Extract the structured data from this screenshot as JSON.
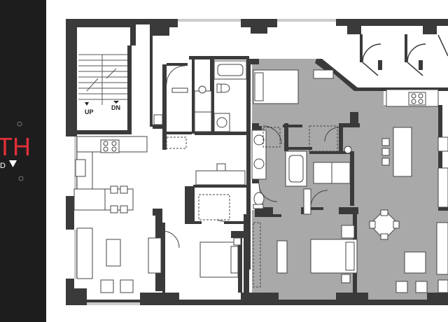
{
  "sign": {
    "text": "TH",
    "icon": "triangle-down-icon",
    "accent_color": "#e0303a",
    "text_color": "#ffffff"
  },
  "stairs": {
    "up_label": "UP",
    "down_label": "DN"
  },
  "colors": {
    "wall": "#3a3a3a",
    "highlight_unit": "#a9a9a9",
    "floor": "#ffffff",
    "fixture": "#ffffff",
    "fixture_stroke": "#444444",
    "sidebar": "#1d1d1d"
  }
}
